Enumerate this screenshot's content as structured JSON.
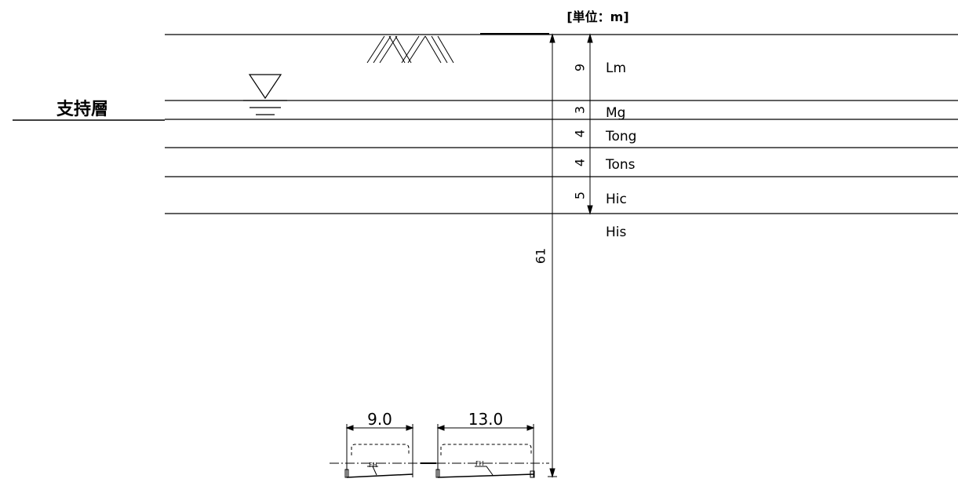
{
  "unit_label": "[単位：m]",
  "bearing_layer_label": "支持層",
  "layers": [
    {
      "code": "Lm",
      "thickness": "9"
    },
    {
      "code": "Mg",
      "thickness": "3"
    },
    {
      "code": "Tong",
      "thickness": "4"
    },
    {
      "code": "Tons",
      "thickness": "4"
    },
    {
      "code": "Hic",
      "thickness": "5"
    },
    {
      "code": "His",
      "thickness": ""
    }
  ],
  "total_depth": "61",
  "sections": [
    {
      "width_label": "9.0",
      "fh_label": "FH"
    },
    {
      "width_label": "13.0",
      "fh_label": "FH"
    }
  ],
  "colors": {
    "line": "#000000",
    "background": "#ffffff"
  }
}
